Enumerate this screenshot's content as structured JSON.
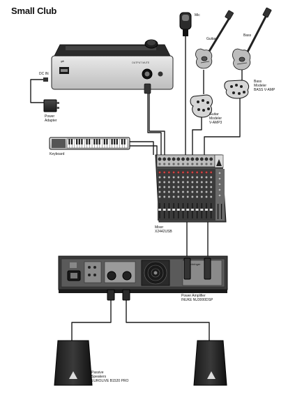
{
  "title": "Small Club",
  "labels": {
    "mic": "Mic",
    "guitar": "Guitar",
    "bass": "Bass",
    "bass_modeler": [
      "Bass",
      "Modeler",
      "BASS V-AMP"
    ],
    "guitar_modeler": [
      "Guitar",
      "Modeler",
      "V-AMP3"
    ],
    "dc_in": "DC IN",
    "power_adapter": [
      "Power",
      "Adapter"
    ],
    "keyboard": "Keyboard",
    "mixer": [
      "Mixer",
      "X2442USB"
    ],
    "power_amplifier": [
      "Power Amplifier",
      "INUKE NU3000DSP"
    ],
    "passive_speakers": [
      "Passive",
      "Speakers",
      "EUROLIVE B1520 PRO"
    ],
    "interface_panel_text": "OUTPUT MUTE",
    "amp_badge": "Behringer"
  },
  "icons": [
    "usb-icon",
    "microphone-icon",
    "guitar-icon",
    "bass-icon",
    "fan-icon",
    "speaker-horn-icon"
  ]
}
